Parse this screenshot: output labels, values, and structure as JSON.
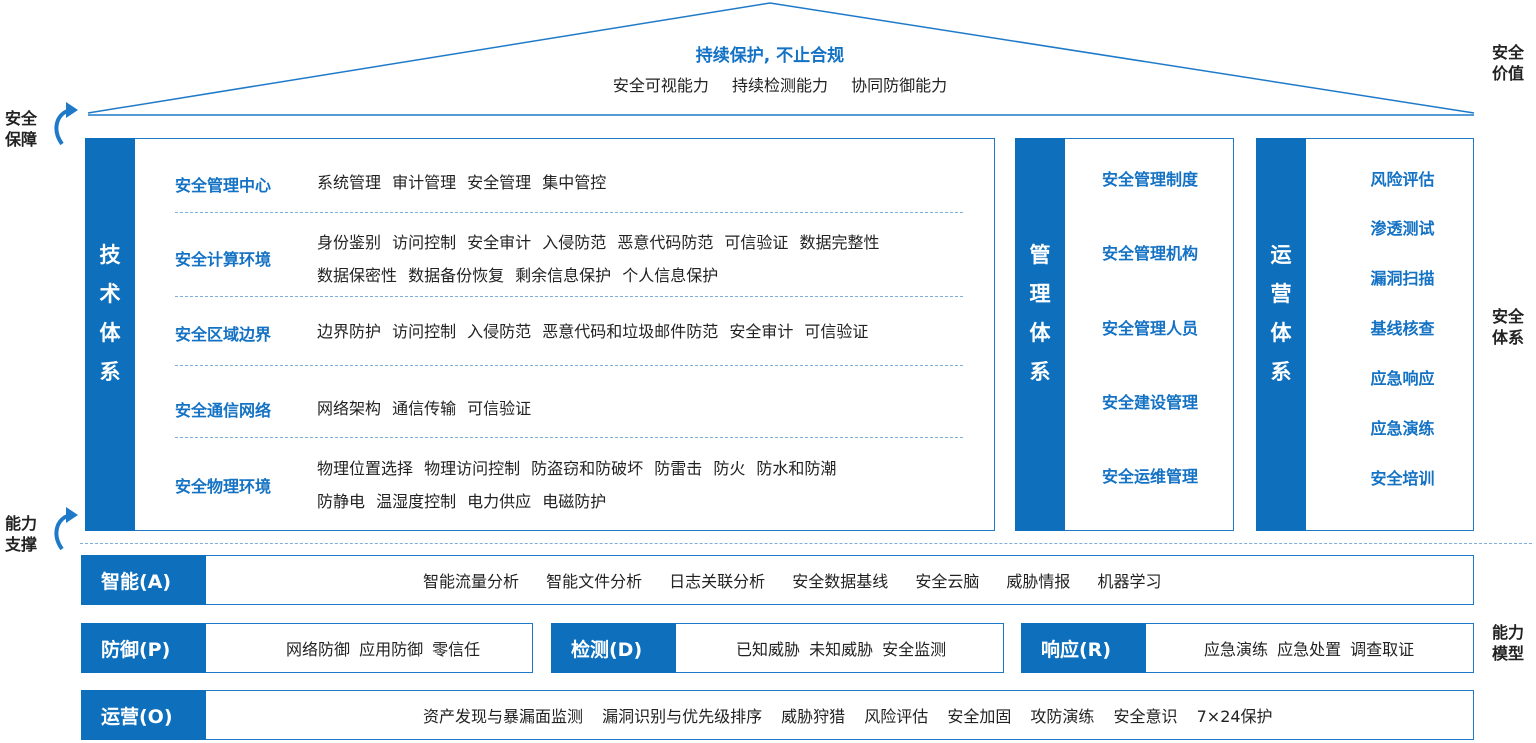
{
  "roof": {
    "title": "持续保护, 不止合规",
    "subtitle": "安全可视能力 持续检测能力 协同防御能力"
  },
  "left_labels": {
    "guarantee": [
      "安全",
      "保障"
    ],
    "support": [
      "能力",
      "支撑"
    ]
  },
  "right_labels": {
    "value": [
      "安全",
      "价值"
    ],
    "system": [
      "安全",
      "体系"
    ],
    "model": [
      "能力",
      "模型"
    ]
  },
  "tech": {
    "title": [
      "技",
      "术",
      "体",
      "系"
    ],
    "rows": [
      {
        "cat": "安全管理中心",
        "lines": [
          "系统管理 审计管理 安全管理 集中管控"
        ]
      },
      {
        "cat": "安全计算环境",
        "lines": [
          "身份鉴别 访问控制 安全审计 入侵防范 恶意代码防范 可信验证 数据完整性",
          "数据保密性 数据备份恢复 剩余信息保护 个人信息保护"
        ]
      },
      {
        "cat": "安全区域边界",
        "lines": [
          "边界防护 访问控制 入侵防范 恶意代码和垃圾邮件防范 安全审计 可信验证"
        ]
      },
      {
        "cat": "安全通信网络",
        "lines": [
          "网络架构 通信传输 可信验证"
        ]
      },
      {
        "cat": "安全物理环境",
        "lines": [
          "物理位置选择 物理访问控制 防盗窃和防破坏 防雷击 防火 防水和防潮",
          "防静电 温湿度控制 电力供应 电磁防护"
        ]
      }
    ]
  },
  "mgmt": {
    "title": [
      "管",
      "理",
      "体",
      "系"
    ],
    "items": [
      "安全管理制度",
      "安全管理机构",
      "安全管理人员",
      "安全建设管理",
      "安全运维管理"
    ]
  },
  "ops": {
    "title": [
      "运",
      "营",
      "体",
      "系"
    ],
    "items": [
      "风险评估",
      "渗透测试",
      "漏洞扫描",
      "基线核查",
      "应急响应",
      "应急演练",
      "安全培训"
    ]
  },
  "capabilities": {
    "smart": {
      "tag": "智能(A)",
      "text": "智能流量分析 智能文件分析 日志关联分析 安全数据基线 安全云脑 威胁情报 机器学习"
    },
    "defense": {
      "tag": "防御(P)",
      "text": "网络防御 应用防御 零信任"
    },
    "detect": {
      "tag": "检测(D)",
      "text": "已知威胁 未知威胁 安全监测"
    },
    "respond": {
      "tag": "响应(R)",
      "text": "应急演练 应急处置 调查取证"
    },
    "operate": {
      "tag": "运营(O)",
      "text": "资产发现与暴漏面监测 漏洞识别与优先级排序 威胁狩猎 风险评估 安全加固 攻防演练 安全意识 7×24保护"
    }
  },
  "colors": {
    "primary": "#0e6fbd",
    "accent_text": "#1472c4",
    "border": "#1e7ac8"
  }
}
